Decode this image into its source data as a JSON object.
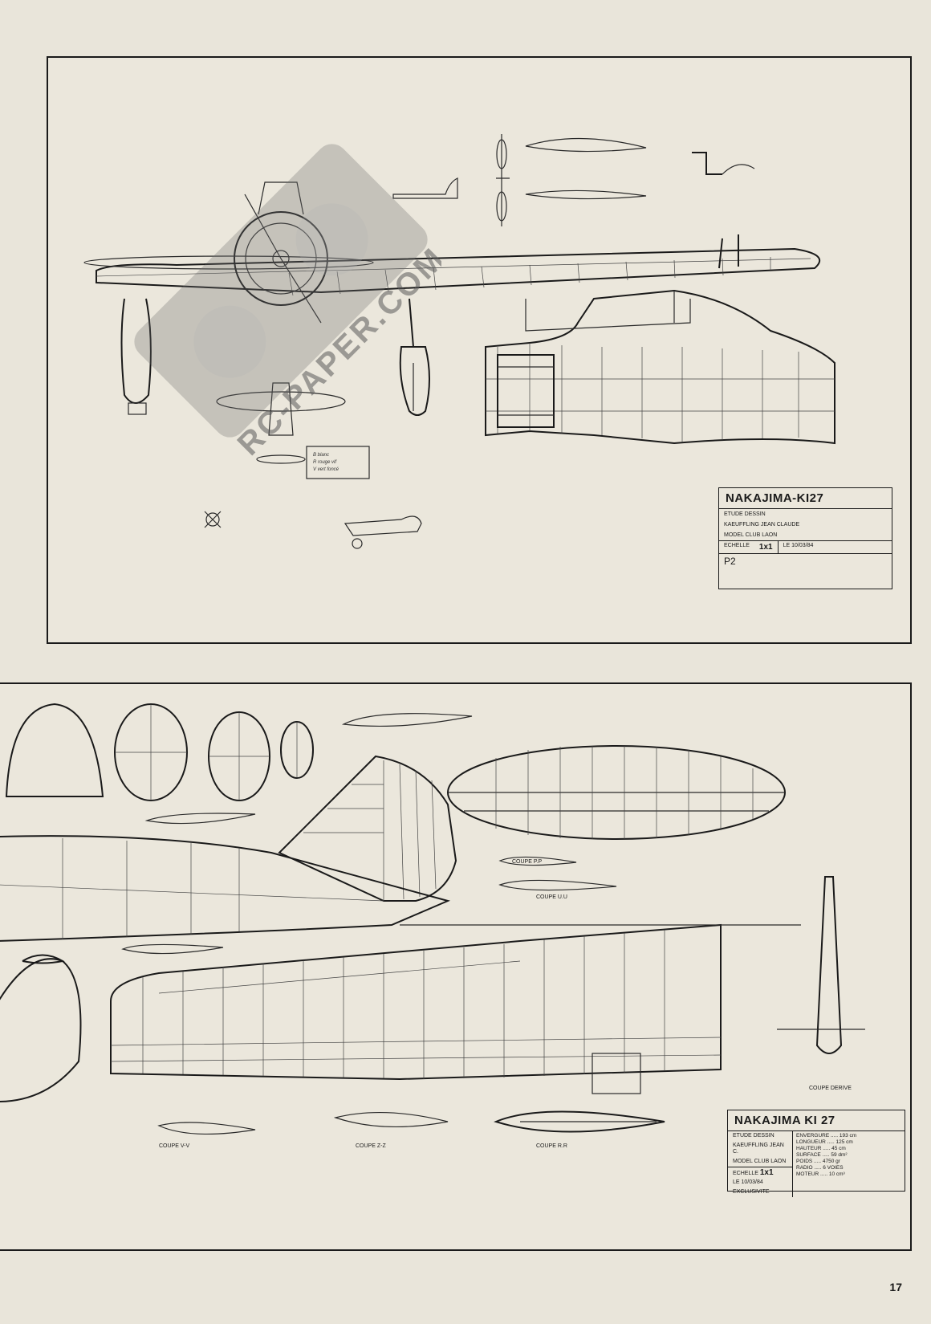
{
  "watermark": {
    "text": "RC-PAPER.COM"
  },
  "plan_top": {
    "title": "NAKAJIMA-KI27",
    "credit_lines": [
      "ETUDE DESSIN",
      "KAEUFFLING JEAN CLAUDE",
      "MODEL CLUB LAON"
    ],
    "scale_label": "ECHELLE",
    "scale_value": "1x1",
    "date": "LE 10/03/84",
    "sheet_no": "P2"
  },
  "plan_bottom": {
    "title": "NAKAJIMA KI 27",
    "credit_lines": [
      "ETUDE DESSIN",
      "KAEUFFLING JEAN C.",
      "MODEL CLUB LAON"
    ],
    "scale_label": "ECHELLE",
    "scale_value": "1x1",
    "date": "LE 10/03/84",
    "exclusive": "EXCLUSIVITE",
    "specs": [
      {
        "label": "ENVERGURE",
        "value": "193 cm"
      },
      {
        "label": "LONGUEUR",
        "value": "125 cm"
      },
      {
        "label": "HAUTEUR",
        "value": "45 cm"
      },
      {
        "label": "SURFACE",
        "value": "59 dm²"
      },
      {
        "label": "POIDS",
        "value": "4750 gr"
      },
      {
        "label": "RADIO",
        "value": "6 VOIES"
      },
      {
        "label": "MOTEUR",
        "value": "10 cm³"
      }
    ],
    "section_labels": [
      "COUPE P.P",
      "COUPE U.U",
      "COUPE V-V",
      "COUPE Z-Z",
      "COUPE R.R",
      "COUPE DERIVE"
    ]
  },
  "page_number": "17"
}
